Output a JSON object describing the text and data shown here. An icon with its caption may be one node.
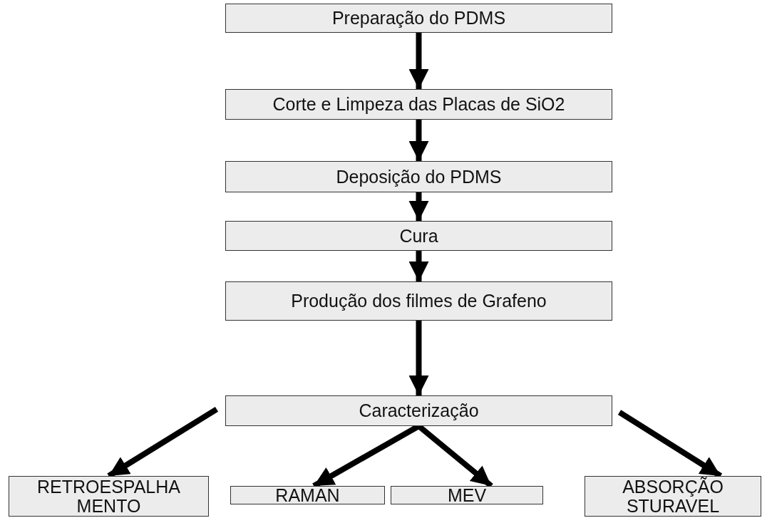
{
  "diagram": {
    "nodes": [
      {
        "text": [
          "Preparação do PDMS"
        ]
      },
      {
        "text": [
          "Corte e Limpeza das Placas de SiO2"
        ]
      },
      {
        "text": [
          "Deposição do PDMS"
        ]
      },
      {
        "text": [
          "Cura"
        ]
      },
      {
        "text": [
          "Produção dos filmes de Grafeno"
        ]
      },
      {
        "text": [
          "Caracterização"
        ]
      },
      {
        "text": [
          "RETROESPALHA MENTO"
        ]
      },
      {
        "text": [
          "RAMAN"
        ]
      },
      {
        "text": [
          "MEV"
        ]
      },
      {
        "text": [
          "ABSORÇÃO STURAVEL"
        ]
      }
    ],
    "edges": [
      {
        "from": 0,
        "to": 1,
        "arrow": "to"
      },
      {
        "from": 1,
        "to": 2,
        "arrow": "to"
      },
      {
        "from": 2,
        "to": 3,
        "arrow": "to"
      },
      {
        "from": 3,
        "to": 4,
        "arrow": "to"
      },
      {
        "from": 4,
        "to": 5,
        "arrow": "to"
      },
      {
        "from": 5,
        "to": 6,
        "arrow": "to"
      },
      {
        "from": 5,
        "to": 7,
        "arrow": "to"
      },
      {
        "from": 5,
        "to": 8,
        "arrow": "to"
      },
      {
        "from": 5,
        "to": 9,
        "arrow": "to"
      }
    ]
  }
}
